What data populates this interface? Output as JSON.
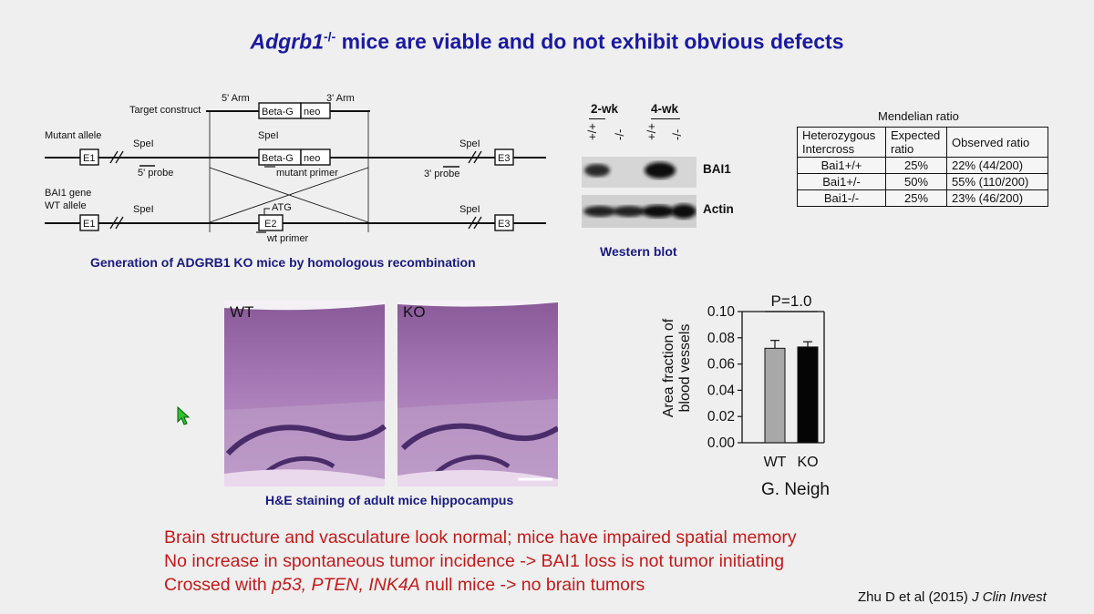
{
  "title": {
    "gene": "Adgrb1",
    "superscript": "-/-",
    "rest": " mice are viable and do not exhibit obvious defects"
  },
  "construct": {
    "arm5": "5' Arm",
    "arm3": "3' Arm",
    "target_construct": "Target construct",
    "beta_g": "Beta-G",
    "neo": "neo",
    "mutant_allele": "Mutant allele",
    "bai1_gene": "BAI1 gene",
    "wt_allele": "WT allele",
    "spei": "SpeI",
    "probe5": "5' probe",
    "probe3": "3' probe",
    "mutant_primer": "mutant primer",
    "wt_primer": "wt primer",
    "atg": "ATG",
    "e1": "E1",
    "e2": "E2",
    "e3": "E3",
    "caption": "Generation of ADGRB1 KO mice by homologous recombination"
  },
  "western": {
    "wk2": "2-wk",
    "wk4": "4-wk",
    "genotypes": [
      [
        "+",
        "+"
      ],
      [
        "-",
        "-"
      ],
      [
        "+",
        "+"
      ],
      [
        "-",
        "-"
      ]
    ],
    "sep": "/",
    "bai1": "BAI1",
    "actin": "Actin",
    "caption": "Western blot"
  },
  "mendelian": {
    "title": "Mendelian ratio",
    "headers": [
      "Heterozygous Intercross",
      "Expected ratio",
      "Observed ratio"
    ],
    "rows": [
      [
        "Bai1+/+",
        "25%",
        "22% (44/200)"
      ],
      [
        "Bai1+/-",
        "50%",
        "55% (110/200)"
      ],
      [
        "Bai1-/-",
        "25%",
        "23% (46/200)"
      ]
    ]
  },
  "histology": {
    "wt": "WT",
    "ko": "KO",
    "caption": "H&E staining of adult mice hippocampus"
  },
  "chart_data": {
    "type": "bar",
    "title": "P=1.0",
    "categories": [
      "WT",
      "KO"
    ],
    "values": [
      0.072,
      0.073
    ],
    "errors": [
      0.006,
      0.004
    ],
    "ylabel": "Area fraction of blood vessels",
    "ylabel_lines": [
      "Area fraction of",
      "blood vessels"
    ],
    "ylim": [
      0,
      0.1
    ],
    "yticks": [
      "0.00",
      "0.02",
      "0.04",
      "0.06",
      "0.08",
      "0.10"
    ],
    "colors": [
      "#a8a8a8",
      "#050505"
    ],
    "grid": false
  },
  "chart_credit": "G. Neigh",
  "bullets": {
    "line1": "Brain structure and vasculature look normal; mice have impaired spatial memory",
    "line2": "No increase in spontaneous tumor incidence -> BAI1 loss is not tumor initiating",
    "line3_pre": "Crossed with ",
    "line3_genes": "p53, PTEN, INK4A",
    "line3_post": " null mice -> no brain tumors"
  },
  "citation": {
    "authors": "Zhu D et al (2015) ",
    "journal": "J Clin Invest"
  }
}
